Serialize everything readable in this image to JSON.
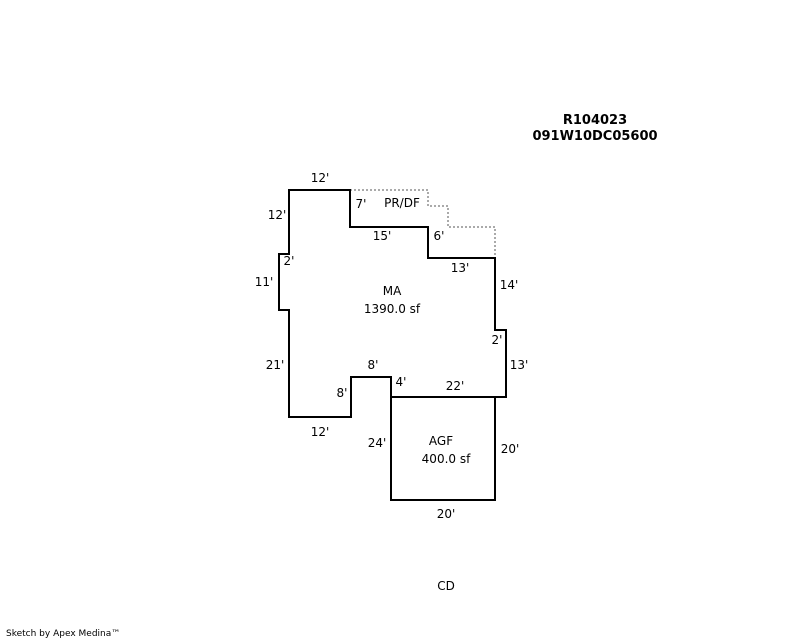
{
  "header": {
    "parcel_id": "R104023",
    "map_id": "091W10DC05600"
  },
  "areas": {
    "ma": {
      "code": "MA",
      "area": "1390.0 sf"
    },
    "agf": {
      "code": "AGF",
      "area": "400.0 sf"
    },
    "prdf": {
      "code": "PR/DF"
    }
  },
  "dimensions": {
    "ma_top": "12'",
    "ma_left_upper": "12'",
    "ma_step_left": "2'",
    "ma_left_mid": "11'",
    "ma_left_lower": "21'",
    "ma_bottom": "12'",
    "ma_notch_left": "8'",
    "ma_notch_top": "8'",
    "ma_notch_right": "4'",
    "ma_inner_drop": "7'",
    "ma_inner_run": "15'",
    "ma_inner_drop2": "6'",
    "ma_inner_run2": "13'",
    "ma_right_upper": "14'",
    "ma_step_right": "2'",
    "ma_right_lower": "13'",
    "shared_wall": "22'",
    "agf_left": "24'",
    "agf_right": "20'",
    "agf_bottom": "20'"
  },
  "footer": {
    "cd": "CD",
    "credit": "Sketch by Apex Medina™"
  }
}
